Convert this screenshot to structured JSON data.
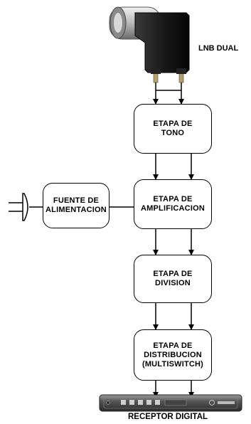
{
  "lnb": {
    "label": "LNB DUAL"
  },
  "boxes": {
    "tono": [
      "ETAPA  DE",
      "TONO"
    ],
    "amplificacion": [
      "ETAPA DE",
      "AMPLIFICACION"
    ],
    "fuente": [
      "FUENTE DE",
      "ALIMENTACION"
    ],
    "division": [
      "ETAPA DE",
      "DIVISION"
    ],
    "distribucion": [
      "ETAPA DE",
      "DISTRIBUCION",
      "(MULTISWITCH)"
    ]
  },
  "receptor": {
    "label": "RECEPTOR DIGITAL"
  }
}
